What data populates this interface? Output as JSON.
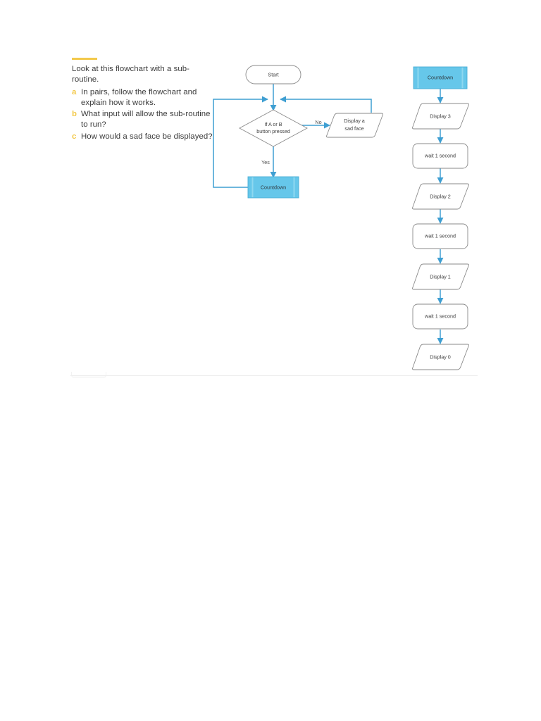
{
  "page": {
    "background_color": "#ffffff",
    "accent_color": "#f3c94b",
    "flow_line_color": "#3f9fd2",
    "subroutine_fill_color": "#66c7ea",
    "shape_outline_color": "#8a8a8a"
  },
  "question": {
    "intro": "Look at this flowchart with a sub-routine.",
    "items": [
      {
        "marker": "a",
        "text": "In pairs, follow the flowchart and explain how it works."
      },
      {
        "marker": "b",
        "text": "What input will allow the sub-routine to run?"
      },
      {
        "marker": "c",
        "text": "How would a sad face be displayed?"
      }
    ]
  },
  "main_flowchart": {
    "nodes": [
      {
        "id": "start",
        "label": "Start",
        "shape": "terminator"
      },
      {
        "id": "decision",
        "label_line1": "If A or B",
        "label_line2": "button pressed",
        "shape": "decision"
      },
      {
        "id": "sad_face",
        "label_line1": "Display a",
        "label_line2": "sad face",
        "shape": "parallelogram"
      },
      {
        "id": "countdown",
        "label": "Countdown",
        "shape": "predefined-process"
      }
    ],
    "edge_labels": {
      "no": "No",
      "yes": "Yes"
    }
  },
  "subroutine_flowchart": {
    "nodes": [
      {
        "id": "sub_countdown",
        "label": "Countdown",
        "shape": "predefined-process"
      },
      {
        "id": "display_3",
        "label": "Display 3",
        "shape": "parallelogram"
      },
      {
        "id": "wait_1a",
        "label": "wait 1 second",
        "shape": "rounded-rect"
      },
      {
        "id": "display_2",
        "label": "Display 2",
        "shape": "parallelogram"
      },
      {
        "id": "wait_1b",
        "label": "wait 1 second",
        "shape": "rounded-rect"
      },
      {
        "id": "display_1",
        "label": "Display 1",
        "shape": "parallelogram"
      },
      {
        "id": "wait_1c",
        "label": "wait 1 second",
        "shape": "rounded-rect"
      },
      {
        "id": "display_0",
        "label": "Display 0",
        "shape": "parallelogram"
      }
    ]
  }
}
